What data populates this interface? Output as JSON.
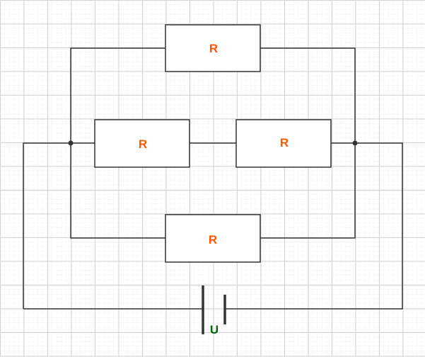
{
  "resistor_label": "R",
  "source_label": "U",
  "resistors": [
    {
      "id": "top",
      "label": "R"
    },
    {
      "id": "middle-left",
      "label": "R"
    },
    {
      "id": "middle-right",
      "label": "R"
    },
    {
      "id": "bottom",
      "label": "R"
    }
  ],
  "colors": {
    "resistor_label": "#ff5500",
    "source_label": "#006400",
    "wire": "#333333",
    "grid_major": "#d0d0d0",
    "grid_minor": "#ececec"
  }
}
